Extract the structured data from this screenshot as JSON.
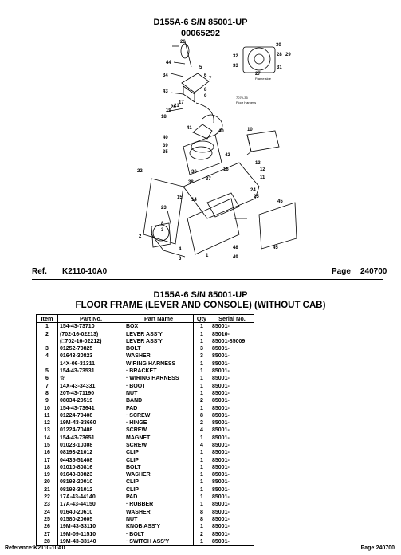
{
  "top_header": {
    "model": "D155A-6 S/N 85001-UP",
    "code": "00065292"
  },
  "ref_row": {
    "ref_label": "Ref.",
    "ref_value": "K2110-10A0",
    "page_label": "Page",
    "page_value": "240700"
  },
  "section": {
    "model": "D155A-6 S/N 85001-UP",
    "title": "FLOOR FRAME (LEVER AND CONSOLE) (WITHOUT CAB)"
  },
  "table": {
    "headers": [
      "Item",
      "Part No.",
      "Part Name",
      "Qty",
      "Serial No."
    ],
    "rows": [
      [
        "1",
        "154-43-73710",
        "BOX",
        "1",
        "85001-"
      ],
      [
        "2",
        "(702-16-02213)",
        "LEVER ASS'Y",
        "1",
        "85010-"
      ],
      [
        "",
        "(□702-16-02212)",
        "LEVER ASS'Y",
        "1",
        "85001-85009"
      ],
      [
        "3",
        "01252-70825",
        "BOLT",
        "3",
        "85001-"
      ],
      [
        "4",
        "01643-30823",
        "WASHER",
        "3",
        "85001-"
      ],
      [
        "",
        "14X-06-31311",
        "WIRING HARNESS",
        "1",
        "85001-"
      ],
      [
        "5",
        "154-43-73531",
        "· BRACKET",
        "1",
        "85001-"
      ],
      [
        "6",
        "☆",
        "· WIRING HARNESS",
        "1",
        "85001-"
      ],
      [
        "7",
        "14X-43-34331",
        "· BOOT",
        "1",
        "85001-"
      ],
      [
        "8",
        "20T-43-71190",
        "NUT",
        "1",
        "85001-"
      ],
      [
        "9",
        "08034-20519",
        "BAND",
        "2",
        "85001-"
      ],
      [
        "10",
        "154-43-73641",
        "PAD",
        "1",
        "85001-"
      ],
      [
        "11",
        "01224-70408",
        "· SCREW",
        "8",
        "85001-"
      ],
      [
        "12",
        "19M-43-33660",
        "· HINGE",
        "2",
        "85001-"
      ],
      [
        "13",
        "01224-70408",
        "SCREW",
        "4",
        "85001-"
      ],
      [
        "14",
        "154-43-73651",
        "MAGNET",
        "1",
        "85001-"
      ],
      [
        "15",
        "01023-10308",
        "SCREW",
        "4",
        "85001-"
      ],
      [
        "16",
        "08193-21012",
        "CLIP",
        "1",
        "85001-"
      ],
      [
        "17",
        "04435-51408",
        "CLIP",
        "1",
        "85001-"
      ],
      [
        "18",
        "01010-80816",
        "BOLT",
        "1",
        "85001-"
      ],
      [
        "19",
        "01643-30823",
        "WASHER",
        "1",
        "85001-"
      ],
      [
        "20",
        "08193-20010",
        "CLIP",
        "1",
        "85001-"
      ],
      [
        "21",
        "08193-31012",
        "CLIP",
        "1",
        "85001-"
      ],
      [
        "22",
        "17A-43-44140",
        "PAD",
        "1",
        "85001-"
      ],
      [
        "23",
        "17A-43-44150",
        "· RUBBER",
        "1",
        "85001-"
      ],
      [
        "24",
        "01640-20610",
        "WASHER",
        "8",
        "85001-"
      ],
      [
        "25",
        "01580-20605",
        "NUT",
        "8",
        "85001-"
      ],
      [
        "26",
        "19M-43-33110",
        "KNOB ASS'Y",
        "1",
        "85001-"
      ],
      [
        "27",
        "19M-09-11510",
        "· BOLT",
        "2",
        "85001-"
      ],
      [
        "28",
        "19M-43-33140",
        "· SWITCH ASS'Y",
        "1",
        "85001-"
      ]
    ]
  },
  "diagram": {
    "callouts": [
      "1",
      "2",
      "3",
      "4",
      "5",
      "6",
      "7",
      "8",
      "9",
      "10",
      "11",
      "12",
      "13",
      "14",
      "15",
      "16",
      "17",
      "18",
      "19",
      "20",
      "21",
      "22",
      "23",
      "24",
      "25",
      "26",
      "27",
      "28",
      "29",
      "30",
      "31",
      "32",
      "33",
      "34",
      "35",
      "36",
      "37",
      "38",
      "39",
      "40",
      "41",
      "42",
      "43",
      "44",
      "45",
      "48",
      "49"
    ],
    "notes": [
      "7070-35 Floor Harness",
      "Frame side"
    ]
  },
  "footer": {
    "reference": "Reference:K2110-10A0",
    "page": "Page:240700"
  }
}
